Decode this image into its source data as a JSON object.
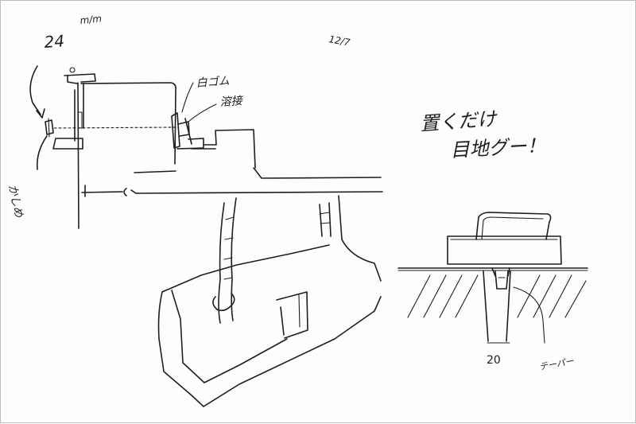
{
  "labels": {
    "dimension_top": "24",
    "unit_top": "m/m",
    "date_scribble": "12/7",
    "rubber": "白ゴム",
    "weld": "溶接",
    "kashime": "かしめ",
    "note_line1": "置くだけ",
    "note_line2": "目地グー！",
    "dimension_bottom": "20",
    "taper": "テーパー"
  },
  "colors": {
    "ink": "#1e1e1e",
    "paper": "#fdfdfc",
    "frame": "#bdbdbd"
  }
}
